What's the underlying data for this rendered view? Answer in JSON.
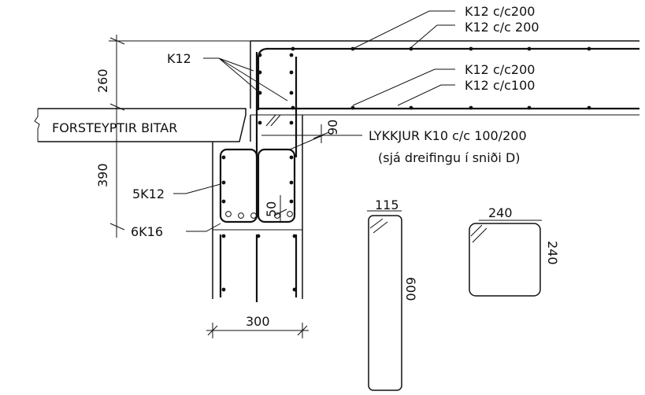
{
  "labels": {
    "top_rebar_1": "K12 c/c200",
    "top_rebar_2": "K12 c/c 200",
    "bottom_rebar_1": "K12 c/c200",
    "bottom_rebar_2": "K12 c/c100",
    "k12": "K12",
    "precast_beams": "FORSTEYPTIR BITAR",
    "stirrups": "LYKKJUR K10 c/c 100/200",
    "stirrups_note": "(sjá dreifingu í sniði D)",
    "side_bars": "5K12",
    "bottom_bars": "6K16"
  },
  "dimensions": {
    "slab_depth": "260",
    "beam_depth": "390",
    "beam_width": "300",
    "cover_90": "90",
    "cover_50": "50",
    "section_a_width": "115",
    "section_a_height": "600",
    "section_b_width": "240",
    "section_b_height": "240"
  }
}
